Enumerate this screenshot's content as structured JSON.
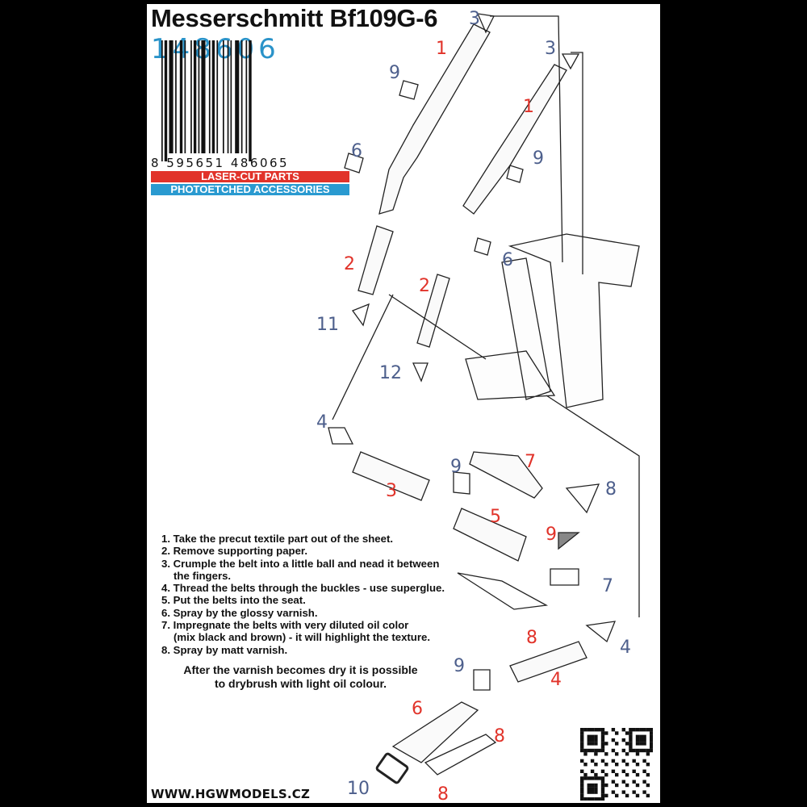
{
  "header": {
    "title": "Messerschmitt Bf109G-6",
    "product_code": "148606",
    "barcode_digits": "8 595651 486065",
    "tag_laser": "LASER-CUT PARTS",
    "tag_photoetched": "PHOTOETCHED ACCESSORIES"
  },
  "colors": {
    "accent_blue": "#2a9ad0",
    "accent_red": "#e1332a",
    "label_blue": "#4d5f8c"
  },
  "part_labels": [
    {
      "text": "3",
      "color": "b"
    },
    {
      "text": "1",
      "color": "r"
    },
    {
      "text": "3",
      "color": "b"
    },
    {
      "text": "9",
      "color": "b"
    },
    {
      "text": "1",
      "color": "r"
    },
    {
      "text": "6",
      "color": "b"
    },
    {
      "text": "9",
      "color": "b"
    },
    {
      "text": "2",
      "color": "r"
    },
    {
      "text": "6",
      "color": "b"
    },
    {
      "text": "2",
      "color": "r"
    },
    {
      "text": "11",
      "color": "b"
    },
    {
      "text": "12",
      "color": "b"
    },
    {
      "text": "4",
      "color": "b"
    },
    {
      "text": "9",
      "color": "b"
    },
    {
      "text": "7",
      "color": "r"
    },
    {
      "text": "8",
      "color": "b"
    },
    {
      "text": "3",
      "color": "r"
    },
    {
      "text": "5",
      "color": "r"
    },
    {
      "text": "9",
      "color": "r"
    },
    {
      "text": "7",
      "color": "b"
    },
    {
      "text": "8",
      "color": "r"
    },
    {
      "text": "4",
      "color": "b"
    },
    {
      "text": "9",
      "color": "b"
    },
    {
      "text": "4",
      "color": "r"
    },
    {
      "text": "6",
      "color": "r"
    },
    {
      "text": "8",
      "color": "r"
    },
    {
      "text": "10",
      "color": "b"
    },
    {
      "text": "8",
      "color": "r"
    }
  ],
  "instructions": [
    "1. Take the precut textile part out of the sheet.",
    "2. Remove supporting paper.",
    "3. Crumple the belt into a little ball and nead it between",
    "the fingers.",
    "4. Thread the belts through the buckles - use superglue.",
    "5. Put the belts into the seat.",
    "6. Spray by the glossy varnish.",
    "7. Impregnate the belts with very diluted oil color",
    "(mix black and brown) - it will highlight the texture.",
    "8. Spray by matt varnish."
  ],
  "note_line1": "After the varnish becomes dry it is possible",
  "note_line2": "to drybrush with light oil colour.",
  "website": "WWW.HGWMODELS.CZ"
}
